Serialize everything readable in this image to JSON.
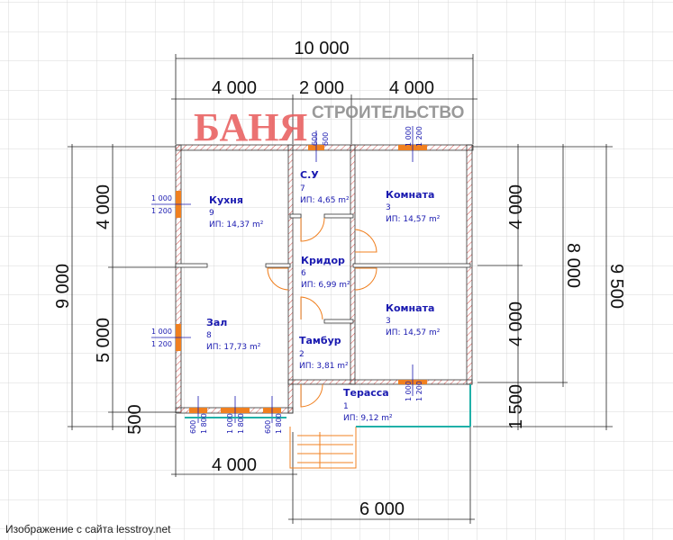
{
  "logo": {
    "part1": "БАНЯ",
    "part2": "СТРОИТЕЛЬСТВО"
  },
  "dimensions": {
    "top_total": "10 000",
    "top_parts": [
      "4 000",
      "2 000",
      "4 000"
    ],
    "left_total": "9 000",
    "left_parts": [
      "4 000",
      "5 000",
      "500"
    ],
    "right_parts": [
      "4 000",
      "4 000",
      "1 500"
    ],
    "right_8000": "8 000",
    "right_total": "9 500",
    "bottom_left": "4 000",
    "bottom_right": "6 000"
  },
  "rooms": [
    {
      "name": "Кухня",
      "num": "9",
      "area": "ИП: 14,37 m²"
    },
    {
      "name": "С.У",
      "num": "7",
      "area": "ИП: 4,65 m²"
    },
    {
      "name": "Комната",
      "num": "3",
      "area": "ИП: 14,57 m²"
    },
    {
      "name": "Кридор",
      "num": "6",
      "area": "ИП: 6,99 m²"
    },
    {
      "name": "Зал",
      "num": "8",
      "area": "ИП: 17,73 m²"
    },
    {
      "name": "Комната",
      "num": "3",
      "area": "ИП: 14,57 m²"
    },
    {
      "name": "Тамбур",
      "num": "2",
      "area": "ИП: 3,81 m²"
    },
    {
      "name": "Терасса",
      "num": "1",
      "area": "ИП: 9,12 m²"
    }
  ],
  "windows": {
    "kitchen": [
      "1 000",
      "1 200"
    ],
    "hall": [
      "1 000",
      "1 200"
    ],
    "wc": [
      "600",
      "600"
    ],
    "room_top": [
      "1 000",
      "1 200"
    ],
    "room_bottom": [
      "1 000",
      "1 200"
    ],
    "south": [
      [
        "600",
        "1 800"
      ],
      [
        "1 000",
        "1 800"
      ],
      [
        "600",
        "1 800"
      ]
    ]
  },
  "credit": "Изображение с сайта lesstroy.net",
  "colors": {
    "wall_hatch": "#d9534f",
    "door": "#f08020",
    "text": "#1a1ab0",
    "terrace": "#20b0a8",
    "grid": "#d8d8d8"
  }
}
